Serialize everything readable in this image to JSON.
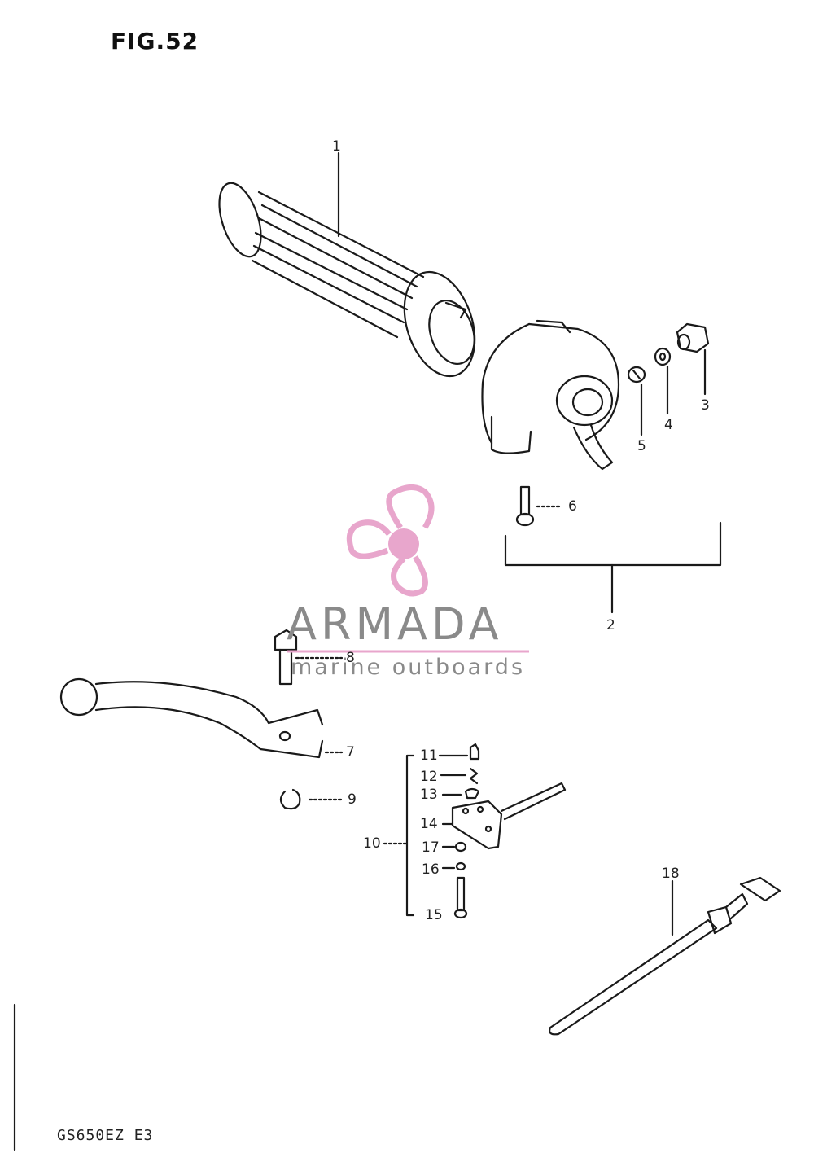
{
  "figure": {
    "title": "FIG.52",
    "model_code": "GS650EZ  E3"
  },
  "watermark": {
    "brand": "ARMADA",
    "tagline": "marine outboards",
    "logo_icon": "propeller-icon",
    "accent_color": "#e8a6cc",
    "text_color": "#8a8a8a"
  },
  "callouts": {
    "c1": "1",
    "c2": "2",
    "c3": "3",
    "c4": "4",
    "c5": "5",
    "c6": "6",
    "c7": "7",
    "c8": "8",
    "c9": "9",
    "c10": "10",
    "c11": "11",
    "c12": "12",
    "c13": "13",
    "c14": "14",
    "c15": "15",
    "c16": "16",
    "c17": "17",
    "c18": "18"
  }
}
